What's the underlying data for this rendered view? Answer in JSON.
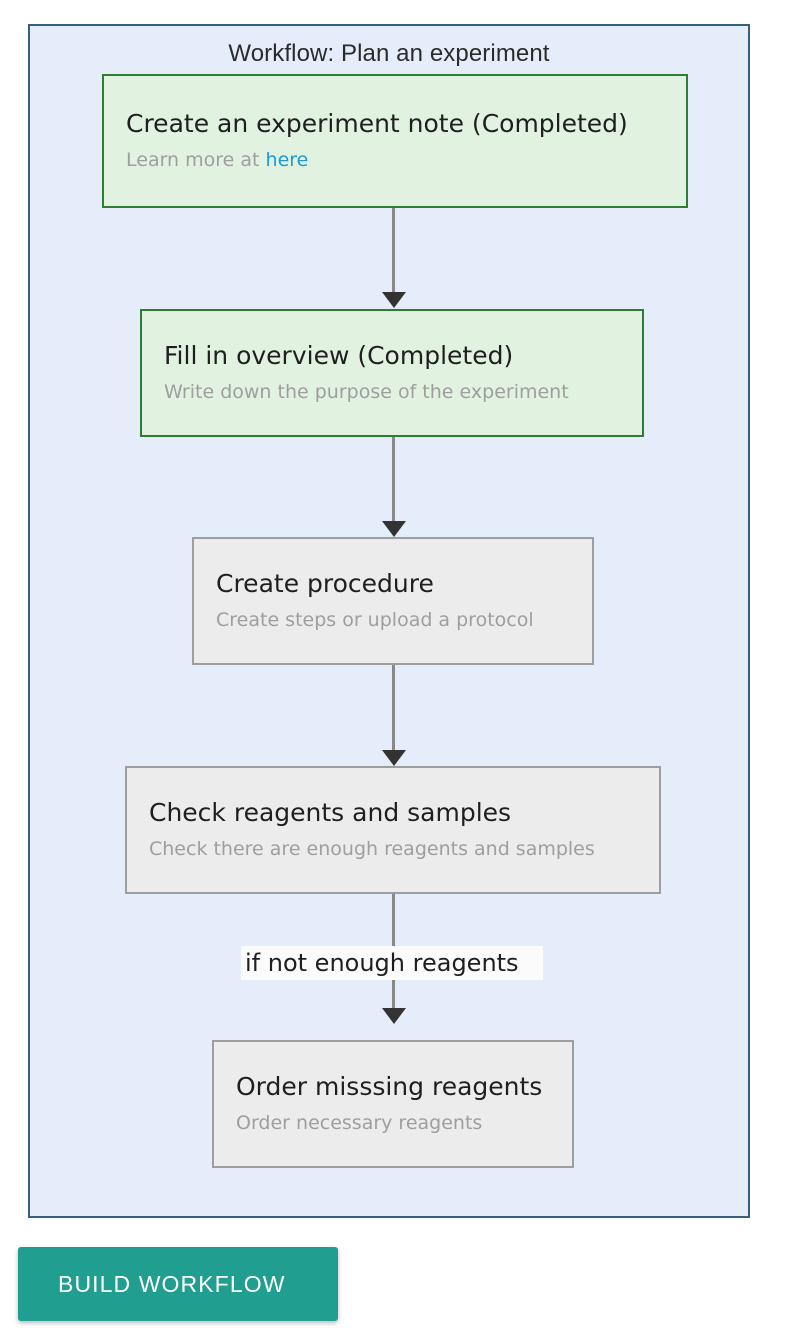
{
  "panel": {
    "title": "Workflow: Plan an experiment",
    "border_color": "#35607f",
    "background_color": "#e5edfa"
  },
  "nodes": [
    {
      "id": "create-note",
      "title": "Create an experiment note (Completed)",
      "subtitle_prefix": "Learn more at ",
      "subtitle_link": "here",
      "status": "completed",
      "fill_color": "#e1f2e1",
      "border_color": "#2e7d32"
    },
    {
      "id": "fill-overview",
      "title": "Fill in overview (Completed)",
      "subtitle": "Write down the purpose of the experiment",
      "status": "completed",
      "fill_color": "#e1f2e1",
      "border_color": "#2e7d32"
    },
    {
      "id": "create-procedure",
      "title": "Create procedure",
      "subtitle": "Create steps or upload a protocol",
      "status": "pending",
      "fill_color": "#ececec",
      "border_color": "#9e9e9e"
    },
    {
      "id": "check-reagents",
      "title": "Check reagents and samples",
      "subtitle": "Check there are enough reagents and samples",
      "status": "pending",
      "fill_color": "#ececec",
      "border_color": "#9e9e9e"
    },
    {
      "id": "order-missing-reagents",
      "title": "Order misssing reagents",
      "subtitle": "Order necessary reagents",
      "status": "pending",
      "fill_color": "#ececec",
      "border_color": "#9e9e9e"
    }
  ],
  "edges": {
    "label_not_enough": "if not enough reagents"
  },
  "button": {
    "build_label": "BUILD WORKFLOW",
    "color": "#209e90"
  },
  "colors": {
    "link": "#1e9bd7",
    "subtitle": "#9e9e9e",
    "arrow_line": "#888888",
    "arrow_head": "#333333"
  }
}
